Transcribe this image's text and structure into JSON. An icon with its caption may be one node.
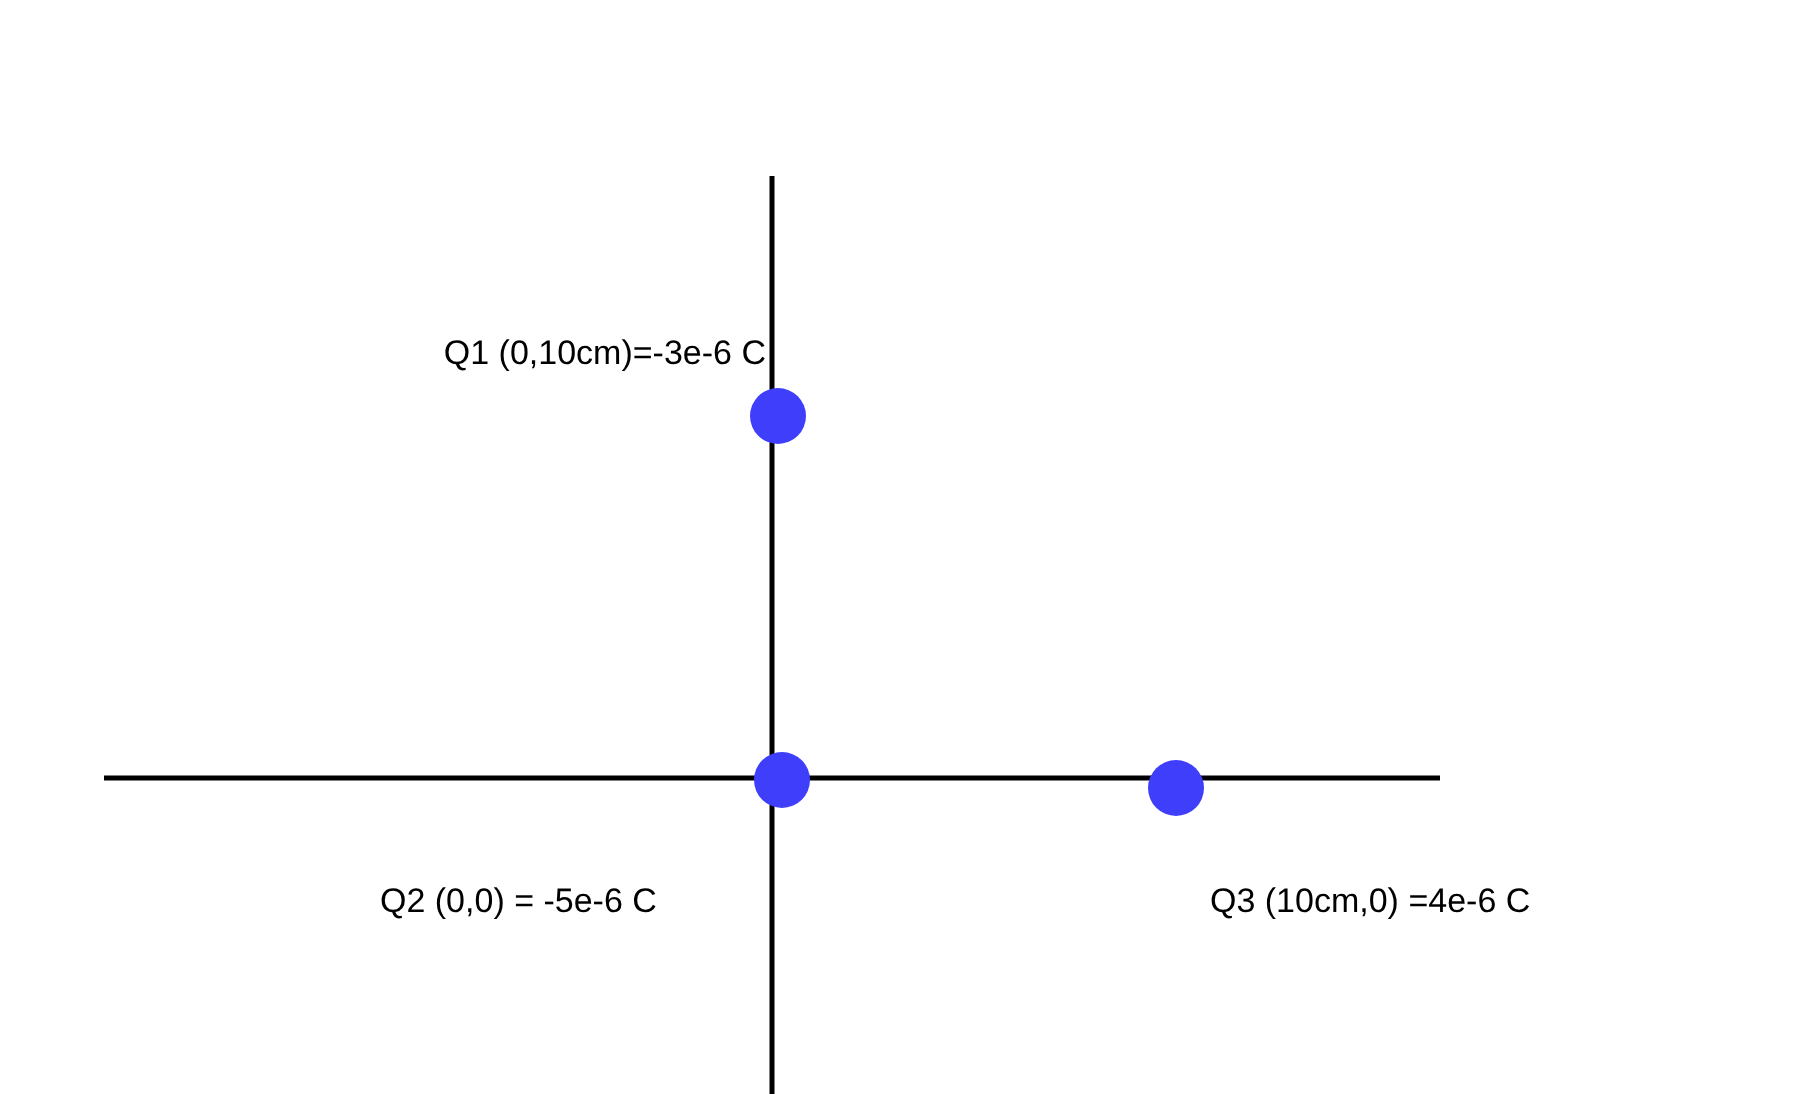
{
  "diagram": {
    "nodes": [
      {
        "text": [],
        "shape": "circle",
        "beside": [
          "Q1 (0,10cm)=-3e-6 C"
        ]
      },
      {
        "text": [],
        "shape": "circle",
        "beside": [
          "Q2 (0,0) = -5e-6 C"
        ]
      },
      {
        "text": [],
        "shape": "circle",
        "beside": [
          "Q3 (10cm,0) =4e-6 C"
        ]
      }
    ]
  }
}
